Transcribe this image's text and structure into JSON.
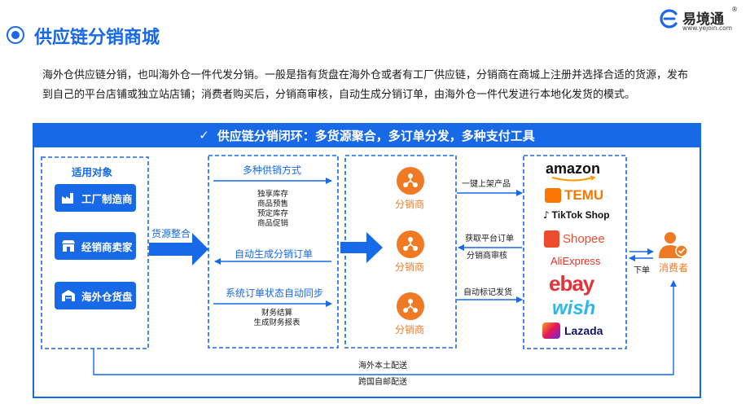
{
  "header": {
    "title": "供应链分销商城",
    "brand_name": "易境通",
    "brand_url": "www.yejoin.com",
    "brand_reg": "®"
  },
  "intro": {
    "line1": "海外仓供应链分销，也叫海外仓一件代发分销。一般是指有货盘在海外仓或者有工厂供应链，分销商在商城上注册并选择合适的货源，发布",
    "line2": "到自己的平台店铺或独立站店铺；消费者购买后，分销商审核，自动生成分销订单，由海外仓一件代发进行本地化发货的模式。"
  },
  "banner": {
    "check": "✓",
    "text": "供应链分销闭环：多货源聚合，多订单分发，多种支付工具"
  },
  "sources": {
    "heading": "适用对象",
    "items": [
      "工厂制造商",
      "经销商卖家",
      "海外仓货盘"
    ]
  },
  "arrow_label": "货源整合",
  "features": {
    "supply_title": "多种供销方式",
    "supply_items": [
      "独享库存",
      "商品预售",
      "预定库存",
      "商品促销"
    ],
    "order_title": "自动生成分销订单",
    "sync_title": "系统订单状态自动同步",
    "sync_items": [
      "财务结算",
      "生成财务报表"
    ]
  },
  "distributors": [
    "分销商",
    "分销商",
    "分销商"
  ],
  "flows": {
    "list_products": "一键上架产品",
    "fetch_orders": "获取平台订单",
    "review": "分销商审核",
    "mark_shipped": "自动标记发货"
  },
  "platforms": [
    "amazon",
    "TEMU",
    "TikTok Shop",
    "Shopee",
    "AliExpress",
    "ebay",
    "wish",
    "Lazada"
  ],
  "consumer": {
    "label": "消费者",
    "order_label": "下单"
  },
  "shipping": {
    "local": "海外本土配送",
    "cross_border": "跨国自邮配送"
  },
  "colors": {
    "primary": "#1769e8",
    "orange": "#f07a24",
    "temu": "#fb7701",
    "shopee": "#ee4d2d",
    "aliexpress": "#e43225",
    "wish": "#2fb7ec",
    "lazada": "#0f146d"
  }
}
